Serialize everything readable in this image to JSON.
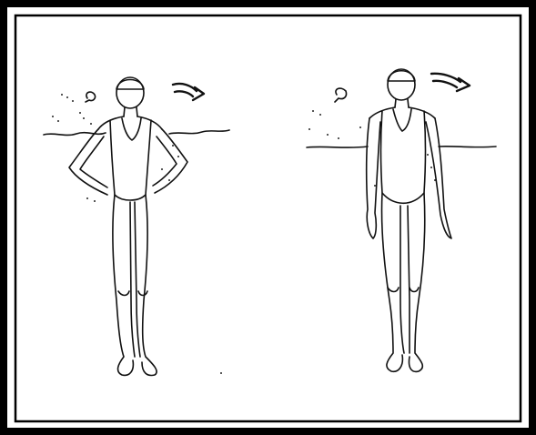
{
  "figure": {
    "colors": {
      "ink": "#111111",
      "paper": "#ffffff",
      "frame": "#000000"
    },
    "panels": [
      {
        "pose": "hands-on-hips",
        "rotation": "twist-right",
        "water_level": "chest"
      },
      {
        "pose": "arms-at-sides",
        "rotation": "twist-right",
        "water_level": "chest"
      }
    ]
  }
}
